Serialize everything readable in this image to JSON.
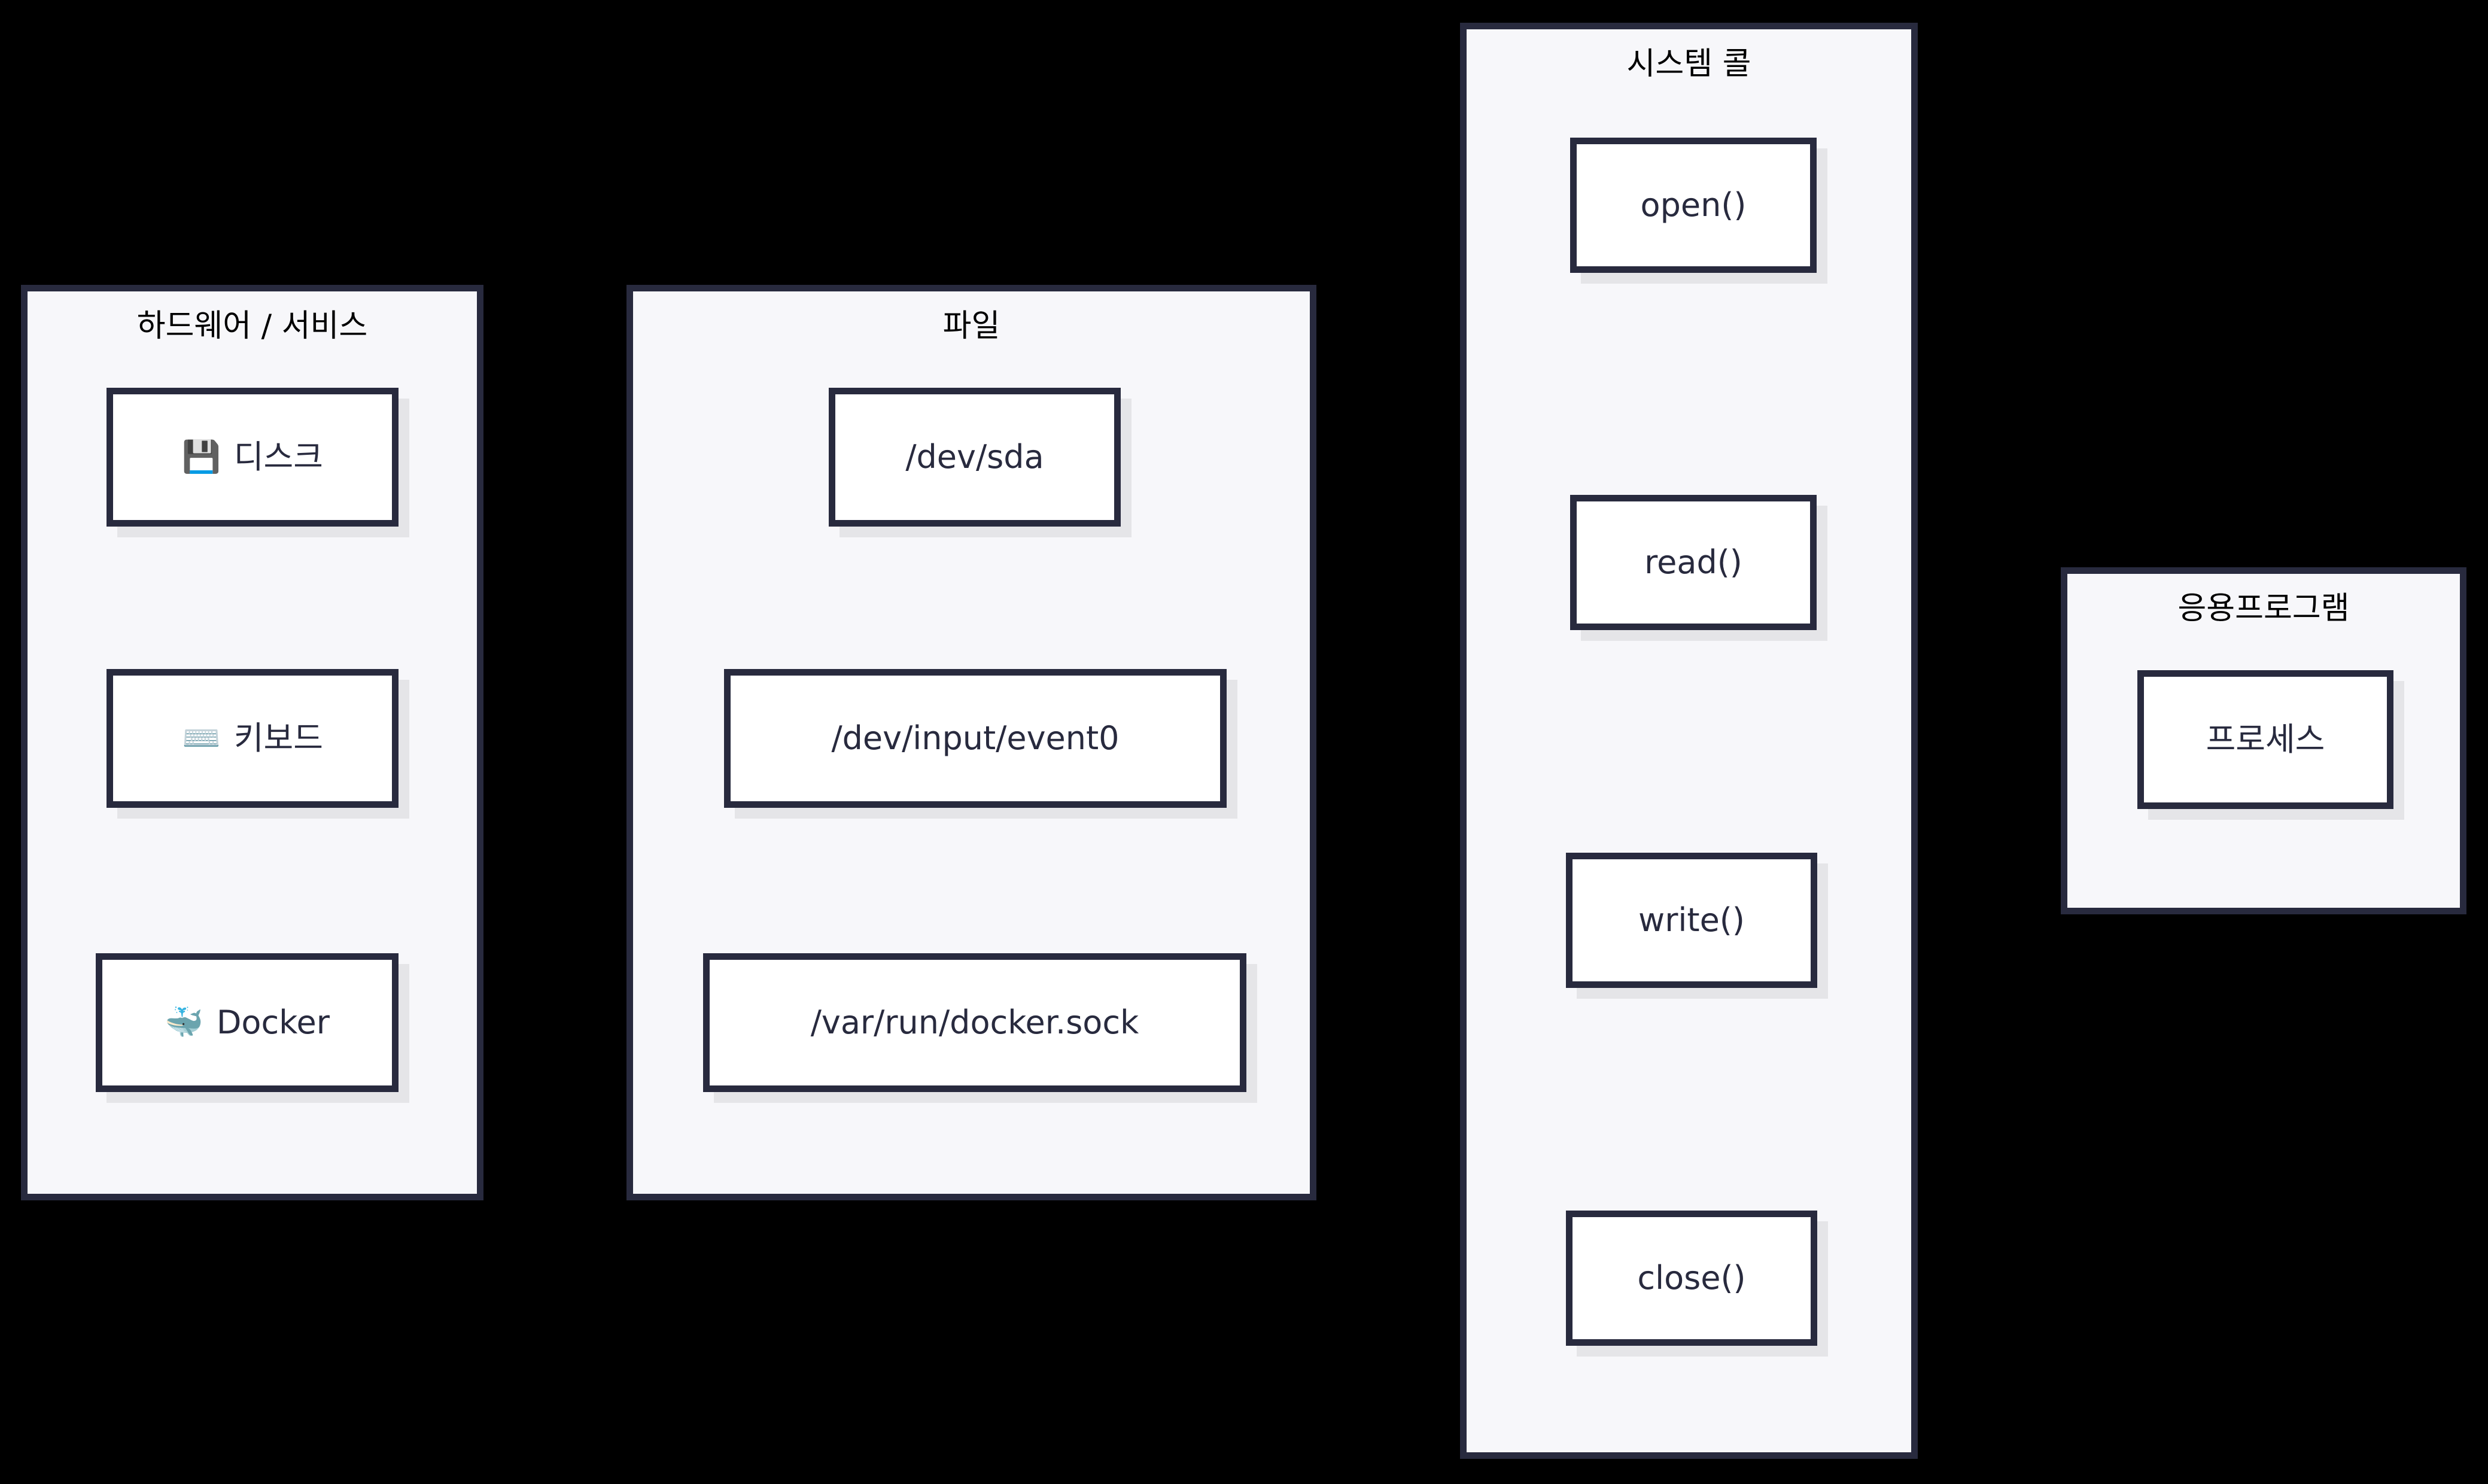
{
  "diagram": {
    "title": "Linux I/O everything-is-a-file diagram",
    "background_color": "#000000",
    "cluster_fill": "#F7F7FA",
    "node_fill": "#FFFFFF",
    "border_color": "#282A3E",
    "edge_color": "#000000"
  },
  "clusters": [
    {
      "id": "hardware",
      "title": "하드웨어 / 서비스",
      "nodes": [
        {
          "id": "disk",
          "icon": "floppy-disk-icon",
          "emoji": "💾",
          "label": "디스크"
        },
        {
          "id": "keyboard",
          "icon": "keyboard-icon",
          "emoji": "⌨️",
          "label": "키보드"
        },
        {
          "id": "docker",
          "icon": "whale-icon",
          "emoji": "🐳",
          "label": "Docker"
        }
      ]
    },
    {
      "id": "file",
      "title": "파일",
      "nodes": [
        {
          "id": "dev-sda",
          "label": "/dev/sda"
        },
        {
          "id": "dev-input-event0",
          "label": "/dev/input/event0"
        },
        {
          "id": "var-run-docker-sock",
          "label": "/var/run/docker.sock"
        }
      ]
    },
    {
      "id": "syscall",
      "title": "시스템 콜",
      "nodes": [
        {
          "id": "open",
          "label": "open()"
        },
        {
          "id": "read",
          "label": "read()"
        },
        {
          "id": "write",
          "label": "write()"
        },
        {
          "id": "close",
          "label": "close()"
        }
      ]
    },
    {
      "id": "application",
      "title": "응용프로그램",
      "nodes": [
        {
          "id": "process",
          "label": "프로세스"
        }
      ]
    }
  ],
  "edges": [
    {
      "from": "dev-sda",
      "to": "disk",
      "direction": "left"
    },
    {
      "from": "dev-input-event0",
      "to": "keyboard",
      "direction": "left"
    },
    {
      "from": "var-run-docker-sock",
      "to": "docker",
      "direction": "left"
    },
    {
      "from": "hardware-side",
      "to": "dev-sda",
      "direction": "right"
    },
    {
      "from": "hardware-side",
      "to": "dev-input-event0",
      "direction": "right"
    },
    {
      "from": "hardware-side",
      "to": "var-run-docker-sock",
      "direction": "right"
    },
    {
      "from": "syscall-side",
      "to": "dev-sda",
      "direction": "left"
    },
    {
      "from": "syscall-side",
      "to": "dev-input-event0",
      "direction": "left"
    },
    {
      "from": "syscall-side",
      "to": "var-run-docker-sock",
      "direction": "left"
    },
    {
      "from": "open",
      "to": "read",
      "direction": "down"
    },
    {
      "from": "read",
      "to": "write",
      "direction": "down"
    },
    {
      "from": "write",
      "to": "close",
      "direction": "down"
    },
    {
      "from": "syscall-side",
      "to": "process",
      "direction": "right"
    }
  ]
}
